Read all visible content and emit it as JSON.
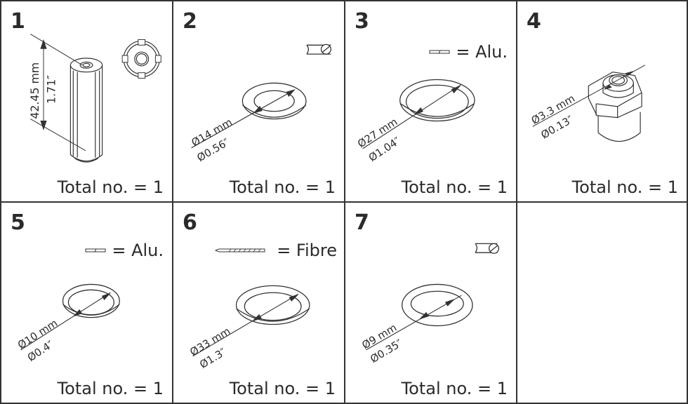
{
  "parts": [
    {
      "number": "1",
      "dimension_mm": "42.45 mm",
      "dimension_in": "1.71″",
      "total": "Total no. = 1",
      "material": "",
      "icon": "sleeve-tube-icon"
    },
    {
      "number": "2",
      "dimension_mm": "Ø14 mm",
      "dimension_in": "Ø0.56″",
      "total": "Total no. = 1",
      "material": "",
      "icon": "o-ring-section-icon"
    },
    {
      "number": "3",
      "dimension_mm": "Ø27 mm",
      "dimension_in": "Ø1.04″",
      "total": "Total no. = 1",
      "material": "= Alu.",
      "icon": "aluminium-gasket-section-icon"
    },
    {
      "number": "4",
      "dimension_mm": "Ø3.3 mm",
      "dimension_in": "Ø0.13″",
      "total": "Total no. = 1",
      "material": "",
      "icon": "hex-nozzle-icon"
    },
    {
      "number": "5",
      "dimension_mm": "Ø10 mm",
      "dimension_in": "Ø0.4″",
      "total": "Total no. = 1",
      "material": "= Alu.",
      "icon": "aluminium-gasket-section-icon"
    },
    {
      "number": "6",
      "dimension_mm": "Ø33 mm",
      "dimension_in": "Ø1.3″",
      "total": "Total no. = 1",
      "material": "= Fibre",
      "icon": "fibre-gasket-section-icon"
    },
    {
      "number": "7",
      "dimension_mm": "Ø9 mm",
      "dimension_in": "Ø0.35″",
      "total": "Total no. = 1",
      "material": "",
      "icon": "o-ring-section-icon"
    }
  ],
  "colors": {
    "line": "#333333",
    "text": "#2b2b2b",
    "background": "#ffffff"
  }
}
